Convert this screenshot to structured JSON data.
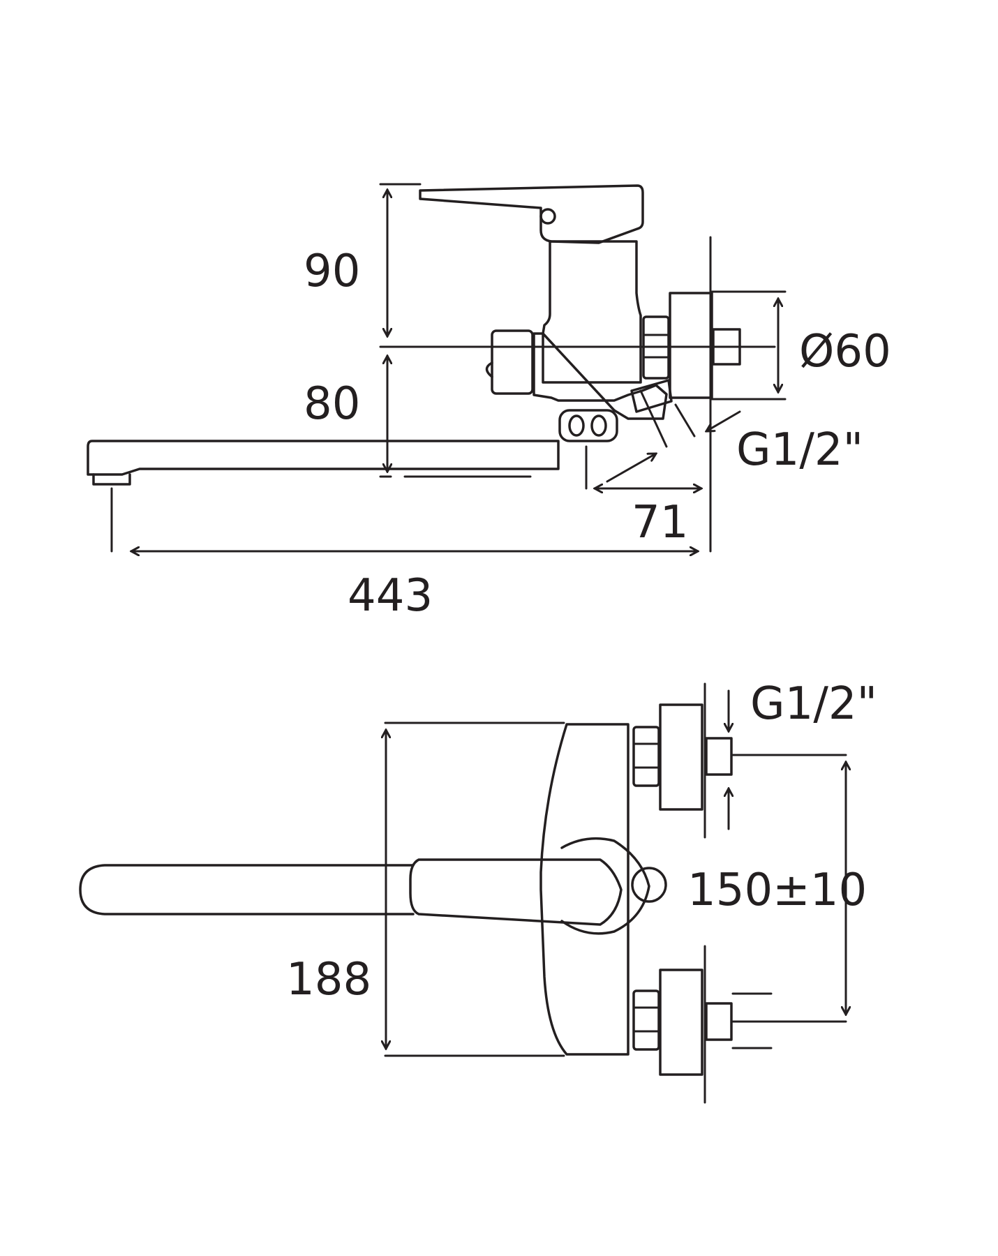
{
  "side_view": {
    "dim_top_height": "90",
    "dim_spout_height": "80",
    "dim_flange_diameter": "Ø60",
    "dim_thread": "G1/2\"",
    "dim_projection": "71",
    "dim_overall_length": "443"
  },
  "top_view": {
    "dim_thread": "G1/2\"",
    "dim_centres": "150±10",
    "dim_body_width": "188"
  }
}
